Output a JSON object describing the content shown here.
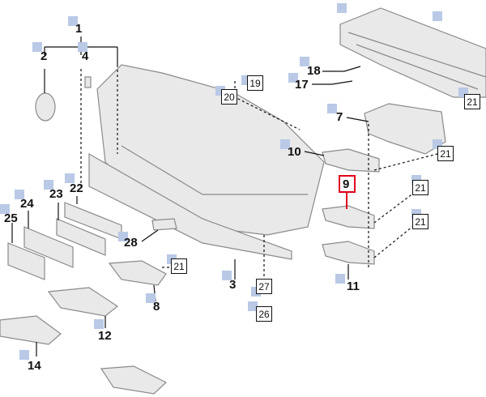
{
  "labels": {
    "p1": "1",
    "p2": "2",
    "p4": "4",
    "p18": "18",
    "p17": "17",
    "p7": "7",
    "p10": "10",
    "p9": "9",
    "p24": "24",
    "p23": "23",
    "p22": "22",
    "p25": "25",
    "p28": "28",
    "p3": "3",
    "p8": "8",
    "p11": "11",
    "p12": "12",
    "p14": "14"
  },
  "refs": {
    "r19": "19",
    "r20": "20",
    "r21": "21",
    "r27": "27",
    "r26": "26"
  },
  "colors": {
    "line": "#111111",
    "part_fill": "#e9e9e9",
    "part_stroke": "#8a8a8a",
    "marker": "#b9c9e6",
    "highlight": "#e0001b"
  }
}
